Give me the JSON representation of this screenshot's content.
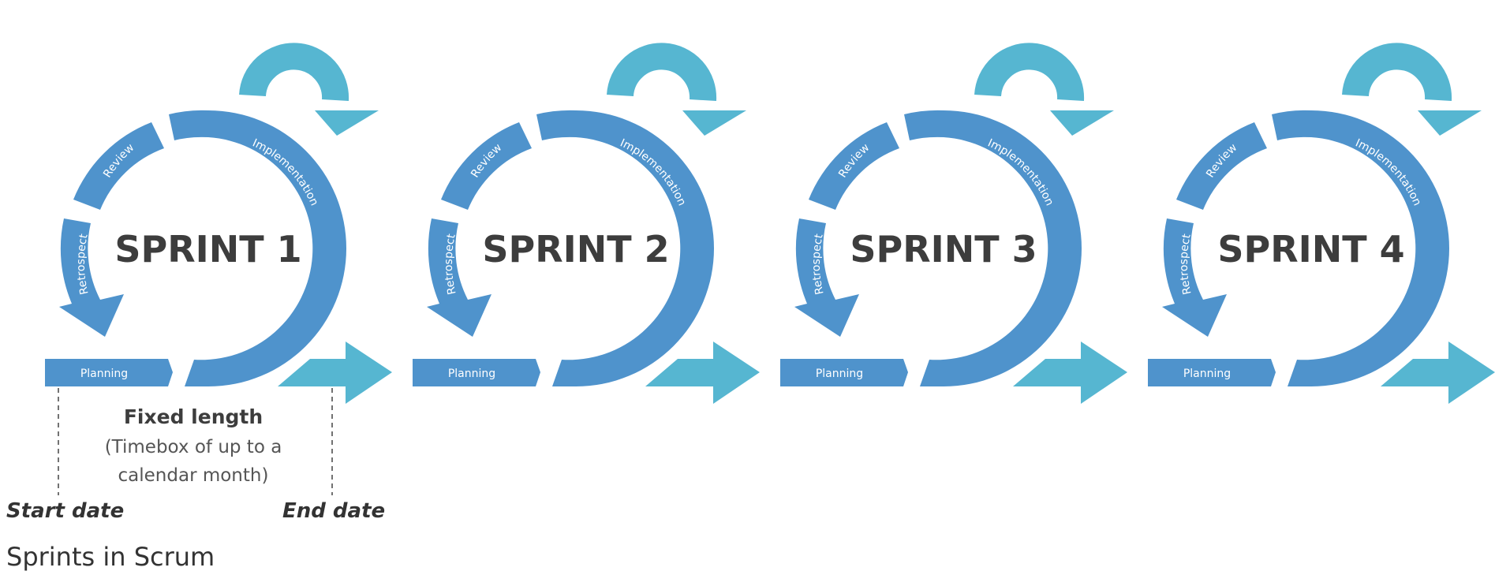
{
  "colors": {
    "dark_blue": "#4f93cc",
    "light_blue": "#56b6d1"
  },
  "sprints": [
    {
      "title": "SPRINT 1",
      "planning": "Planning",
      "implementation": "Implementation",
      "review": "Review",
      "retrospect": "Retrospect"
    },
    {
      "title": "SPRINT 2",
      "planning": "Planning",
      "implementation": "Implementation",
      "review": "Review",
      "retrospect": "Retrospect"
    },
    {
      "title": "SPRINT 3",
      "planning": "Planning",
      "implementation": "Implementation",
      "review": "Review",
      "retrospect": "Retrospect"
    },
    {
      "title": "SPRINT 4",
      "planning": "Planning",
      "implementation": "Implementation",
      "review": "Review",
      "retrospect": "Retrospect"
    }
  ],
  "annotation": {
    "title": "Fixed length",
    "line1": "(Timebox of up to a",
    "line2": "calendar month)",
    "start_date": "Start date",
    "end_date": "End date"
  },
  "caption": "Sprints in Scrum"
}
